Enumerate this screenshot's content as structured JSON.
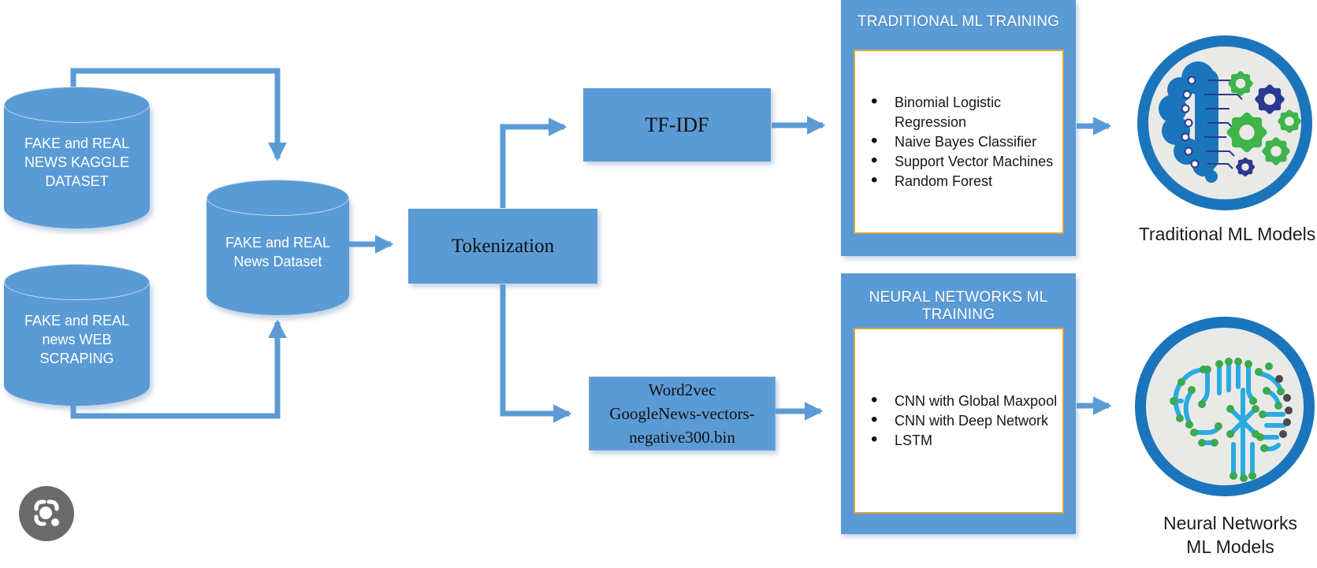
{
  "diagram": {
    "sources": [
      {
        "label": "FAKE and REAL\nNEWS KAGGLE\nDATASET"
      },
      {
        "label": "FAKE and REAL\nnews WEB\nSCRAPING"
      }
    ],
    "dataset": {
      "label": "FAKE and REAL\nNews Dataset"
    },
    "processes": {
      "tokenization": {
        "label": "Tokenization"
      },
      "tfidf": {
        "label": "TF-IDF"
      },
      "word2vec": {
        "label": "Word2vec\nGoogleNews-vectors-\nnegative300.bin"
      }
    },
    "panels": {
      "traditional": {
        "title": "TRADITIONAL ML TRAINING",
        "items": [
          "Binomial Logistic Regression",
          "Naive Bayes Classifier",
          "Support Vector Machines",
          "Random Forest"
        ]
      },
      "neural": {
        "title": "NEURAL NETWORKS ML TRAINING",
        "items": [
          "CNN with Global Maxpool",
          "CNN with Deep Network",
          "LSTM"
        ]
      }
    },
    "outputs": {
      "traditional_label": "Traditional ML Models",
      "neural_label": "Neural Networks\nML Models"
    }
  },
  "icons": {
    "traditional_models": "brain-gears-icon",
    "neural_models": "circuit-brain-icon",
    "overlay_button": "google-lens-icon"
  },
  "colors": {
    "shape_blue": "#5b9bd5",
    "arrow_blue": "#5b9bd5",
    "gold_border": "#dea63a",
    "icon_ring_blue": "#1b75bc",
    "icon_bg_gray": "#e9e9e7",
    "gear_green": "#3eb44a",
    "gear_navy": "#2b3990",
    "circuit_light_blue": "#29abe2",
    "node_green": "#3aaa4e",
    "node_dark": "#4a4a4a",
    "lens_gray": "#6a6a6a"
  }
}
